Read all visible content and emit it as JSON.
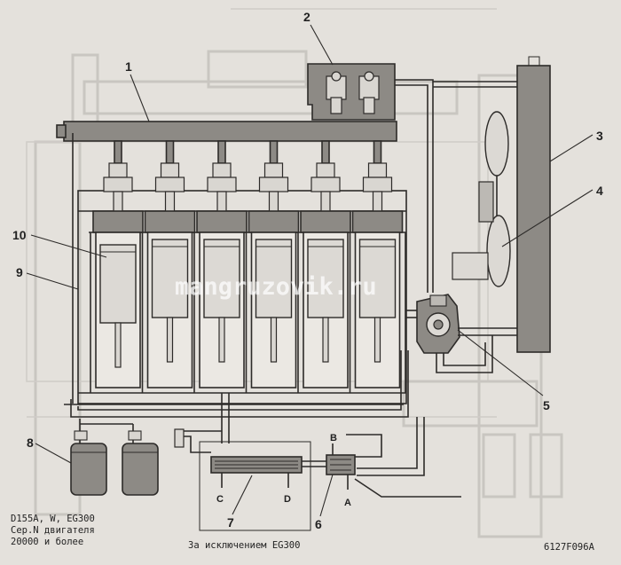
{
  "labels": {
    "l1": "1",
    "l2": "2",
    "l3": "3",
    "l4": "4",
    "l5": "5",
    "l6": "6",
    "l7": "7",
    "l8": "8",
    "l9": "9",
    "l10": "10"
  },
  "letters": {
    "a": "A",
    "b": "B",
    "c": "C",
    "d": "D"
  },
  "notes": {
    "line1": "D155A, W, EG300",
    "line2": "Сер.N двигателя",
    "line3": "20000 и более",
    "exception": "За исключением EG300",
    "code": "6127F096A"
  },
  "watermark": "mangruzovik.ru",
  "colors": {
    "fuel_fill": "#8d8a85",
    "ink": "#2d2b29",
    "paper": "#e4e1dc"
  }
}
